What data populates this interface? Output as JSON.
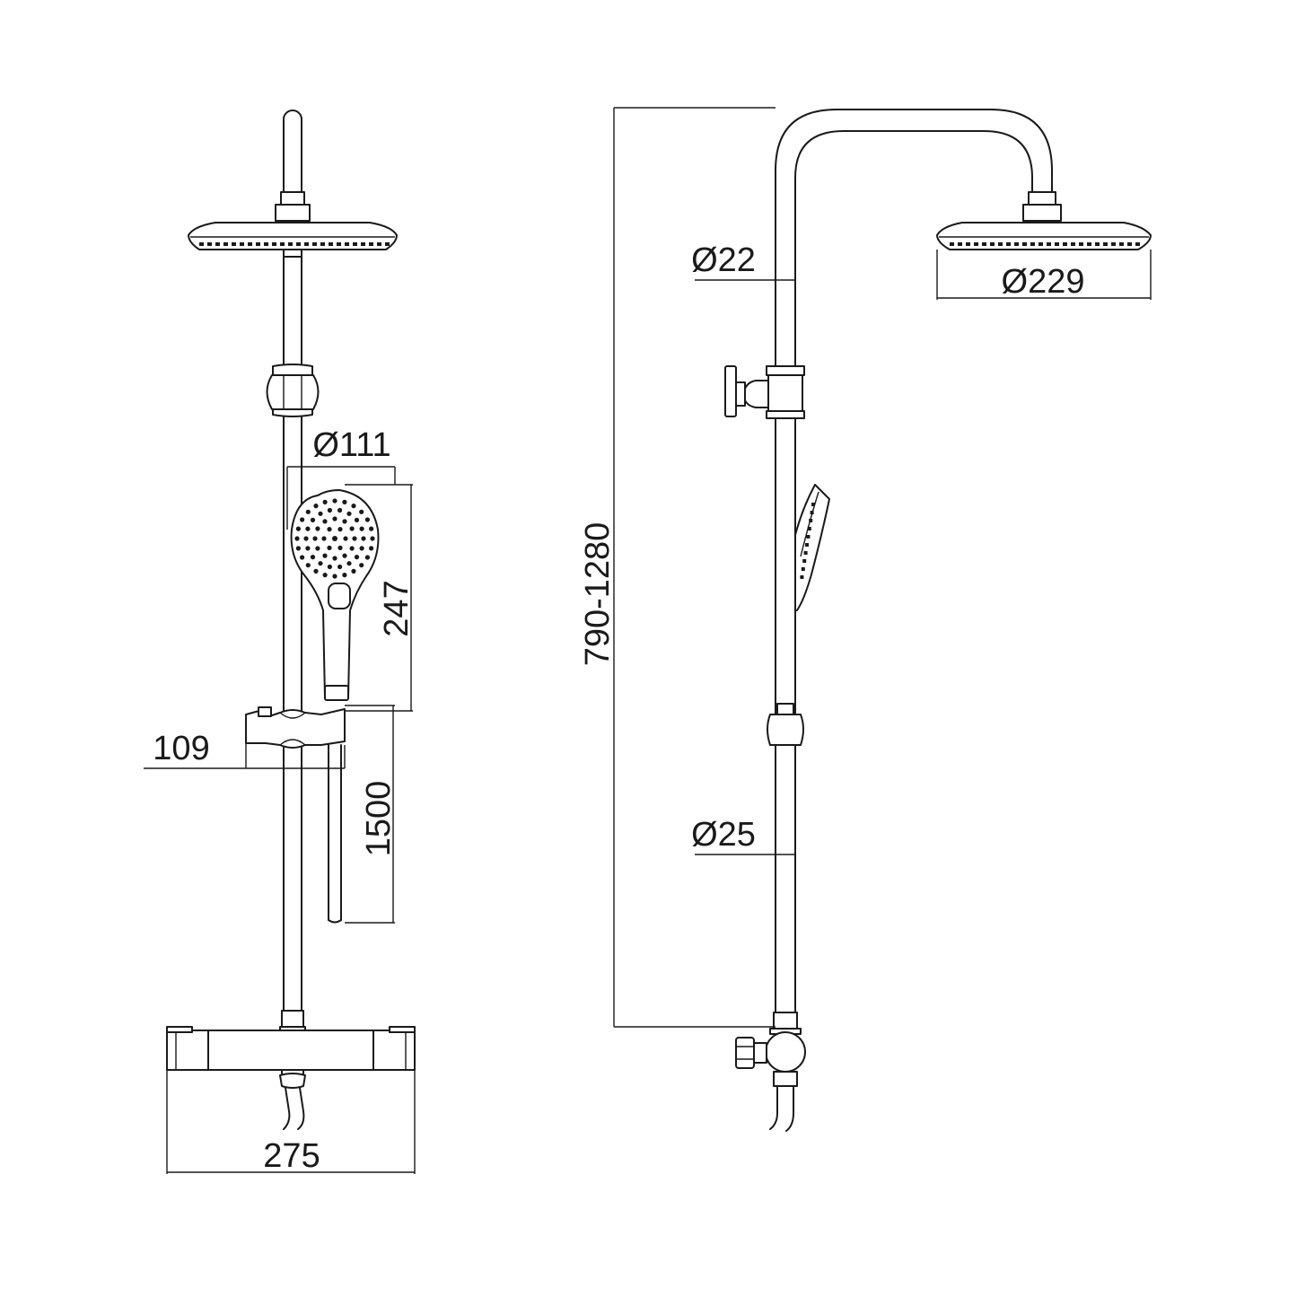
{
  "drawing": {
    "dimensions": {
      "width_275": "275",
      "height_109": "109",
      "diameter_111": "Ø111",
      "length_247": "247",
      "length_1500": "1500",
      "range_790_1280": "790-1280",
      "diameter_22": "Ø22",
      "diameter_229": "Ø229",
      "diameter_25": "Ø25"
    },
    "colors": {
      "line": "#1a1a1a",
      "background": "#ffffff"
    }
  }
}
